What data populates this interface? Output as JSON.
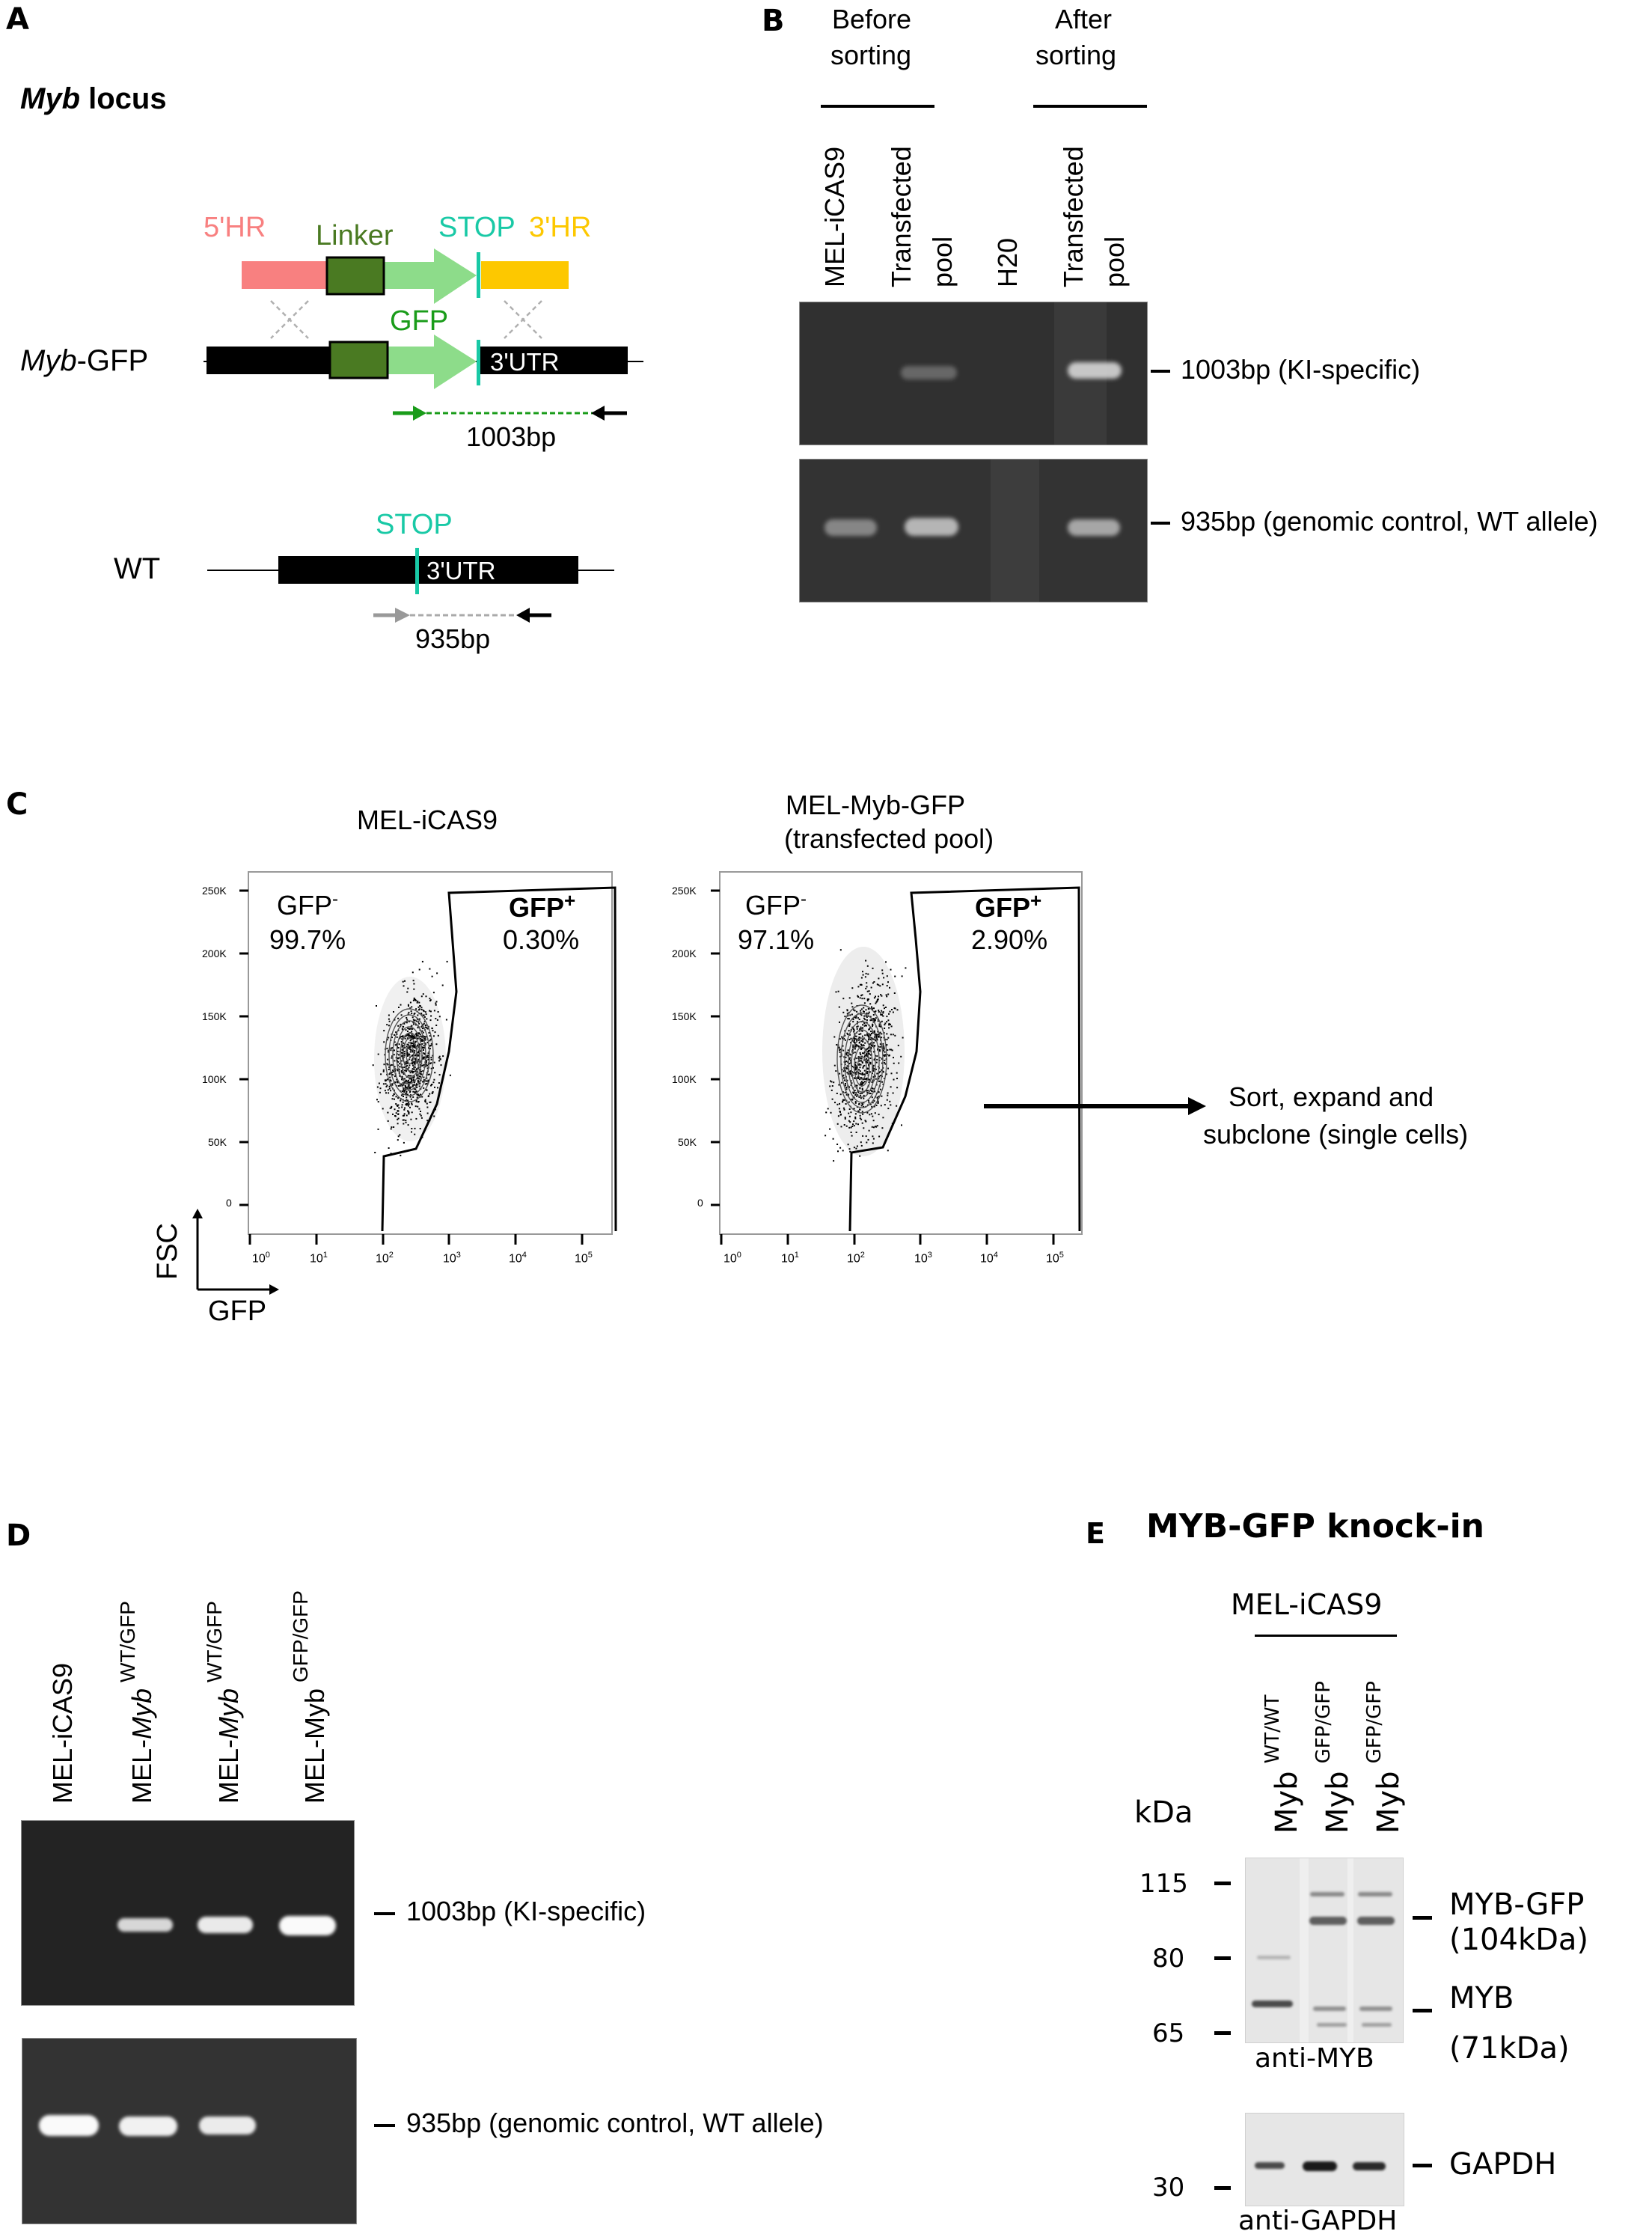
{
  "panels": {
    "A": {
      "letter": "A",
      "title_italic": "Myb",
      "title_rest": " locus",
      "donor": {
        "hr5_label": "5'HR",
        "linker_label": "Linker",
        "stop_label": "STOP",
        "hr3_label": "3'HR",
        "colors": {
          "hr5": "#f88080",
          "linker": "#4a7a22",
          "gfp": "#8ddc8a",
          "stop": "#19c9a6",
          "hr3": "#fdc800"
        }
      },
      "ki_allele": {
        "label_italic": "Myb",
        "label_rest": "-GFP",
        "gfp_label": "GFP",
        "utr_label": "3'UTR",
        "amplicon": "1003bp"
      },
      "wt_allele": {
        "label": "WT",
        "stop_label": "STOP",
        "utr_label": "3'UTR",
        "amplicon": "935bp"
      }
    },
    "B": {
      "letter": "B",
      "groups": [
        {
          "label_line1": "Before",
          "label_line2": "sorting"
        },
        {
          "label_line1": "After",
          "label_line2": "sorting"
        }
      ],
      "lanes": [
        {
          "line1": "MEL-iCAS9",
          "line2": ""
        },
        {
          "line1": "Transfected",
          "line2": "pool"
        },
        {
          "line1": "H20",
          "line2": ""
        },
        {
          "line1": "Transfected",
          "line2": "pool"
        }
      ],
      "gel_top_label": "1003bp (KI-specific)",
      "gel_bottom_label": "935bp (genomic control, WT allele)"
    },
    "C": {
      "letter": "C",
      "plot1_title": "MEL-iCAS9",
      "plot2_title_line1": "MEL-Myb-GFP",
      "plot2_title_line2": "(transfected pool)",
      "neg_label": "GFP",
      "neg_sup": "-",
      "pos_label": "GFP",
      "pos_sup": "+",
      "plot1_neg_pct": "99.7%",
      "plot1_pos_pct": "0.30%",
      "plot2_neg_pct": "97.1%",
      "plot2_pos_pct": "2.90%",
      "y_ticks": [
        "250K",
        "200K",
        "150K",
        "100K",
        "50K",
        "0"
      ],
      "x_tick_base": "10",
      "x_tick_exps": [
        "0",
        "1",
        "2",
        "3",
        "4",
        "5"
      ],
      "axis_y_label": "FSC",
      "axis_x_label": "GFP",
      "arrow_text_line1": "Sort, expand and",
      "arrow_text_line2": "subclone (single cells)"
    },
    "D": {
      "letter": "D",
      "lanes": [
        {
          "prefix": "MEL-iCAS9",
          "italic": "",
          "sup": ""
        },
        {
          "prefix": "MEL-",
          "italic": "Myb",
          "sup": "WT/GFP"
        },
        {
          "prefix": "MEL-",
          "italic": "Myb",
          "sup": "WT/GFP"
        },
        {
          "prefix": "MEL-Myb",
          "italic": "",
          "sup": "GFP/GFP"
        }
      ],
      "gel_top_label": "1003bp (KI-specific)",
      "gel_bottom_label": "935bp (genomic control, WT allele)"
    },
    "E": {
      "letter": "E",
      "title": "MYB-GFP knock-in",
      "cell_line": "MEL-iCAS9",
      "kda_label": "kDa",
      "lanes": [
        {
          "gene": "Myb",
          "sup": "WT/WT"
        },
        {
          "gene": "Myb",
          "sup": "GFP/GFP"
        },
        {
          "gene": "Myb",
          "sup": "GFP/GFP"
        }
      ],
      "markers": [
        "115",
        "80",
        "65",
        "30"
      ],
      "band_labels": {
        "myb_gfp_line1": "MYB-GFP",
        "myb_gfp_line2": "(104kDa)",
        "myb_line1": "MYB",
        "myb_line2": "(71kDa)",
        "gapdh": "GAPDH"
      },
      "antibody_top": "anti-MYB",
      "antibody_bottom": "anti-GAPDH"
    }
  },
  "chart_data": [
    {
      "type": "scatter",
      "title": "MEL-iCAS9",
      "xlabel": "GFP",
      "ylabel": "FSC",
      "x_scale": "log",
      "xlim": [
        1,
        200000
      ],
      "ylim": [
        0,
        262144
      ],
      "x_ticks": [
        "10^0",
        "10^1",
        "10^2",
        "10^3",
        "10^4",
        "10^5"
      ],
      "y_ticks": [
        "0",
        "50K",
        "100K",
        "150K",
        "200K",
        "250K"
      ],
      "gates": [
        {
          "name": "GFP-",
          "percent": 99.7
        },
        {
          "name": "GFP+",
          "percent": 0.3
        }
      ],
      "population_center": {
        "x": 200,
        "y": 95000
      }
    },
    {
      "type": "scatter",
      "title": "MEL-Myb-GFP (transfected pool)",
      "xlabel": "GFP",
      "ylabel": "FSC",
      "x_scale": "log",
      "xlim": [
        1,
        200000
      ],
      "ylim": [
        0,
        262144
      ],
      "x_ticks": [
        "10^0",
        "10^1",
        "10^2",
        "10^3",
        "10^4",
        "10^5"
      ],
      "y_ticks": [
        "0",
        "50K",
        "100K",
        "150K",
        "200K",
        "250K"
      ],
      "gates": [
        {
          "name": "GFP-",
          "percent": 97.1
        },
        {
          "name": "GFP+",
          "percent": 2.9
        }
      ],
      "population_center": {
        "x": 200,
        "y": 88000
      }
    }
  ]
}
